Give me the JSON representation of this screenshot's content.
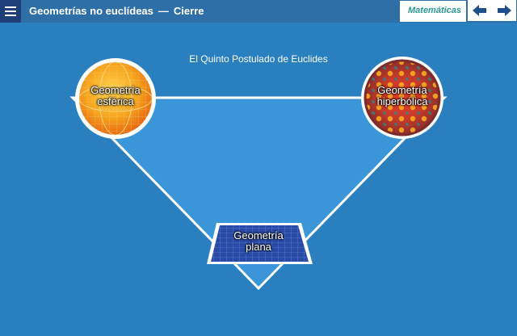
{
  "header": {
    "module": "Geometrías no euclídeas",
    "separator": "—",
    "section": "Cierre",
    "subject": "Matemáticas"
  },
  "icons": {
    "menu": "hamburger-icon",
    "prev": "arrow-left-icon",
    "next": "arrow-right-icon"
  },
  "colors": {
    "background": "#2a7fbe",
    "triangle": "#3a96d8",
    "header": "#2d6fa6",
    "menu": "#1f3f78",
    "accent": "#2a9a95",
    "arrow": "#1f4f8a"
  },
  "main": {
    "title": "El Quinto Postulado de Euclides",
    "nodes": [
      {
        "key": "esferica",
        "line1": "Geometría",
        "line2": "esférica"
      },
      {
        "key": "hiperbolica",
        "line1": "Geometría",
        "line2": "hiperbólica"
      },
      {
        "key": "plana",
        "line1": "Geometría",
        "line2": "plana"
      }
    ]
  }
}
